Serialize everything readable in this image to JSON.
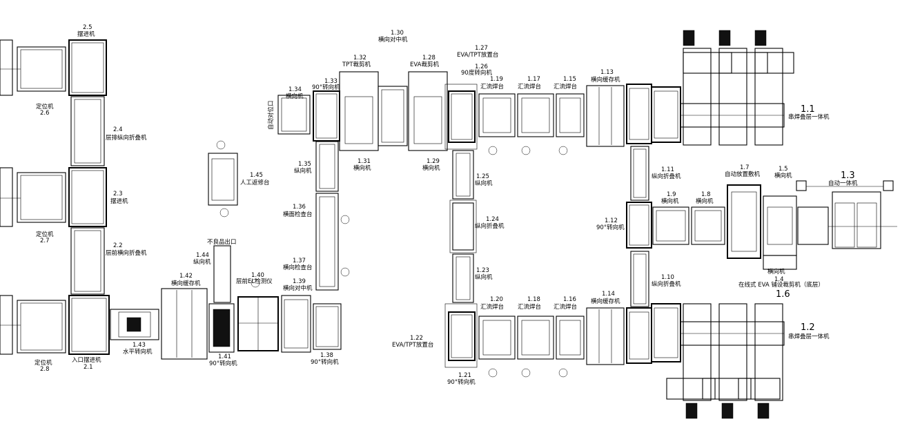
{
  "labels": {
    "l_2_5": "2.5",
    "l_2_5t": "摆进机",
    "l_2_6t": "定位机",
    "l_2_6": "2.6",
    "l_2_4": "2.4",
    "l_2_4t": "层排纵向折叠机",
    "l_2_3": "2.3",
    "l_2_3t": "摆进机",
    "l_2_7t": "定位机",
    "l_2_7": "2.7",
    "l_2_2": "2.2",
    "l_2_2t": "层前横向折叠机",
    "l_2_8t": "定位机",
    "l_2_8": "2.8",
    "l_2_1t": "入口摆进机",
    "l_2_1": "2.1",
    "l_1_43": "1.43",
    "l_1_43t": "水平转向机",
    "l_1_42": "1.42",
    "l_1_42t": "横向缓存机",
    "l_1_41": "1.41",
    "l_1_41t": "90°转向机",
    "l_1_44": "1.44",
    "l_1_44t": "纵向机",
    "l_bad": "不良品出口",
    "l_1_40": "1.40",
    "l_1_40t": "层前EL检测仪",
    "l_1_45": "1.45",
    "l_1_45t": "人工返修台",
    "l_1_39": "1.39",
    "l_1_39t": "横向对中机",
    "l_1_38": "1.38",
    "l_1_38t": "90°转向机",
    "l_1_37": "1.37",
    "l_1_37t": "横向检查台",
    "l_1_36": "1.36",
    "l_1_36t": "横面检查台",
    "l_1_35": "1.35",
    "l_1_35t": "纵向机",
    "l_1_34": "1.34",
    "l_1_34t": "横向机",
    "l_1_33": "1.33",
    "l_1_33t": "90°转向机",
    "l_side": "自动对位口",
    "l_1_32": "1.32",
    "l_1_32t": "TPT裁剪机",
    "l_1_31": "1.31",
    "l_1_31t": "横向机",
    "l_1_30": "1.30",
    "l_1_30t": "横向对中机",
    "l_1_28": "1.28",
    "l_1_28t": "EVA裁剪机",
    "l_1_29": "1.29",
    "l_1_29t": "横向机",
    "l_1_27": "1.27",
    "l_1_27t": "EVA/TPT放置台",
    "l_1_26": "1.26",
    "l_1_26t": "90度转向机",
    "l_1_25": "1.25",
    "l_1_25t": "纵向机",
    "l_1_24": "1.24",
    "l_1_24t": "纵向折叠机",
    "l_1_23": "1.23",
    "l_1_23t": "纵向机",
    "l_1_22": "1.22",
    "l_1_22t": "EVA/TPT放置台",
    "l_1_21": "1.21",
    "l_1_21t": "90°转向机",
    "l_1_19": "1.19",
    "l_1_19t": "汇流焊台",
    "l_1_17": "1.17",
    "l_1_17t": "汇流焊台",
    "l_1_15": "1.15",
    "l_1_15t": "汇流焊台",
    "l_1_13": "1.13",
    "l_1_13t": "横向缓存机",
    "l_1_20": "1.20",
    "l_1_20t": "汇流焊台",
    "l_1_18": "1.18",
    "l_1_18t": "汇流焊台",
    "l_1_16": "1.16",
    "l_1_16t": "汇流焊台",
    "l_1_14": "1.14",
    "l_1_14t": "横向缓存机",
    "l_1_11": "1.11",
    "l_1_11t": "纵向折叠机",
    "l_1_12": "1.12",
    "l_1_12t": "90°转向机",
    "l_1_10": "1.10",
    "l_1_10t": "纵向折叠机",
    "l_1_9": "1.9",
    "l_1_9t": "横向机",
    "l_1_8": "1.8",
    "l_1_8t": "横向机",
    "l_1_7": "1.7",
    "l_1_7t": "自动放置敷机",
    "l_1_5": "1.5",
    "l_1_5t": "横向机",
    "l_1_4t": "横向机",
    "l_1_4": "1.4",
    "l_1_6t": "在线式 EVA 铺设裁剪机（底层）",
    "l_1_6": "1.6",
    "l_1_3": "1.3",
    "l_1_3t": "自动一体机",
    "l_1_1": "1.1",
    "l_1_1t": "串焊叠层一体机",
    "l_1_2": "1.2",
    "l_1_2t": "串焊叠层一体机"
  }
}
